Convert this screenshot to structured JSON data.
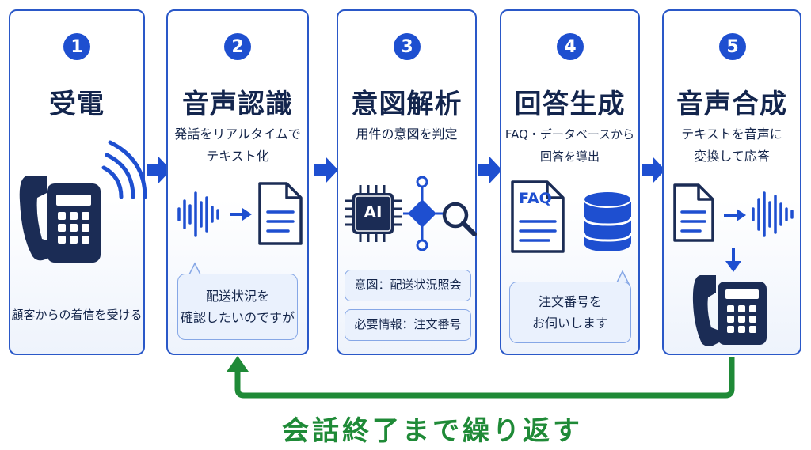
{
  "steps": [
    {
      "number": "1",
      "title": "受電",
      "subtitle": [
        "顧客からの着信を受ける"
      ]
    },
    {
      "number": "2",
      "title": "音声認識",
      "subtitle": [
        "発話をリアルタイムで",
        "テキスト化"
      ],
      "bubble": [
        "配送状況を",
        "確認したいのですが"
      ]
    },
    {
      "number": "3",
      "title": "意図解析",
      "subtitle": [
        "用件の意図を判定"
      ],
      "chip_label": "AI",
      "tags": [
        "意図：配送状況照会",
        "必要情報：注文番号"
      ]
    },
    {
      "number": "4",
      "title": "回答生成",
      "subtitle": [
        "FAQ・データベースから",
        "回答を導出"
      ],
      "doc_label": "FAQ",
      "bubble": [
        "注文番号を",
        "お伺いします"
      ]
    },
    {
      "number": "5",
      "title": "音声合成",
      "subtitle": [
        "テキストを音声に",
        "変換して応答"
      ]
    }
  ],
  "loop_label": "会話終了まで繰り返す",
  "colors": {
    "border": "#2a58c8",
    "accent": "#1e4fd0",
    "navy": "#1b2c55",
    "loop": "#1f8a37"
  }
}
